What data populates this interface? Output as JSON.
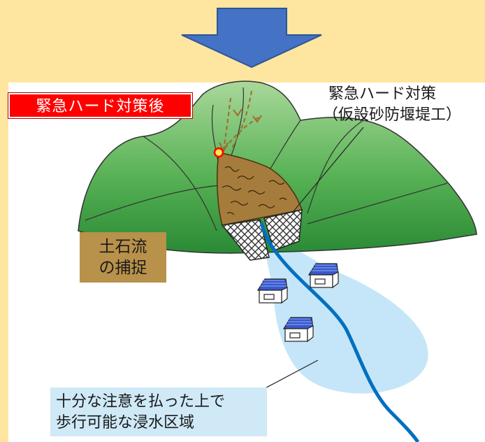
{
  "badge": {
    "label": "緊急ハード対策後"
  },
  "callouts": {
    "measure_line1": "緊急ハード対策",
    "measure_line2": "（仮設砂防堰堤工）",
    "capture_line1": "土石流",
    "capture_line2": "の捕捉",
    "zone_line1": "十分な注意を払った上で",
    "zone_line2": "歩行可能な浸水区域"
  },
  "colors": {
    "background": "#ffe6a0",
    "panel": "#ffffff",
    "arrow": "#4472c4",
    "badge": "#ff0000",
    "mountain": "#3e9e3e",
    "debris": "#a57c3c",
    "flood": "#c5e6f8",
    "river": "#0070c0",
    "roof": "#3a58c8"
  },
  "icons": {
    "arrow": "arrow-down-icon",
    "house": "house-icon",
    "check_dam": "check-dam-icon"
  }
}
